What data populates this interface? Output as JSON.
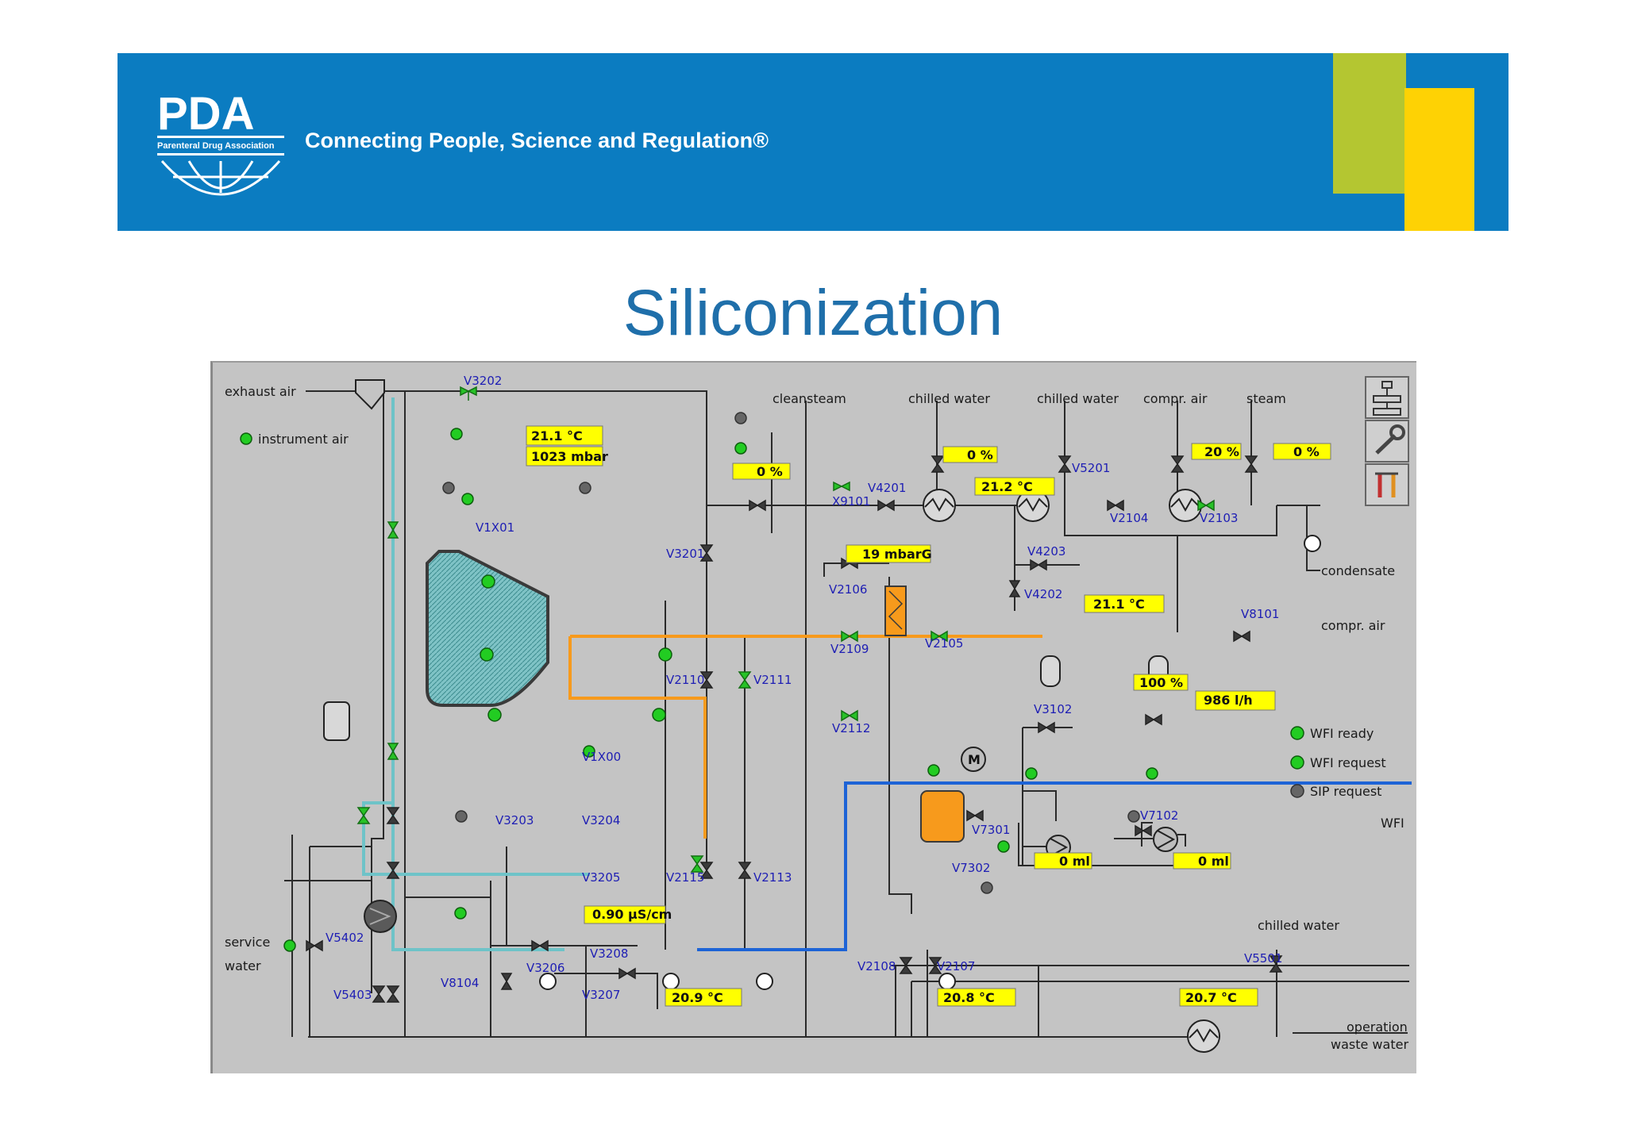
{
  "header": {
    "logo_text": "PDA",
    "logo_subtext": "Parenteral Drug Association",
    "tagline": "Connecting People, Science and Regulation®"
  },
  "slide_title": "Siliconization",
  "colors": {
    "banner": "#0b7cc1",
    "accent_green": "#b4c631",
    "accent_yellow": "#fed204",
    "title": "#1f6faa",
    "panel_bg": "#c4c4c4",
    "readout_bg": "#ffff00",
    "valve_open": "#27c227",
    "silicone_line": "#6ec3c8",
    "air_line": "#f79a1c",
    "wfi_line": "#1d63d6"
  },
  "diagram": {
    "media_labels": {
      "exhaust_air": "exhaust air",
      "instrument_air": "instrument air",
      "cleansteam": "cleansteam",
      "chilled_water_1": "chilled water",
      "chilled_water_2": "chilled water",
      "compr_air_top": "compr. air",
      "steam": "steam",
      "condensate": "condensate",
      "compr_air_right": "compr. air",
      "wfi": "WFI",
      "service": "service",
      "water": "water",
      "chilled_water_3": "chilled water",
      "operation": "operation",
      "waste_water": "waste water"
    },
    "readouts": {
      "temp_top": "21.1 °C",
      "pressure_top": "1023 mbar",
      "cleansteam_pct": "0  %",
      "chilled_pct": "0  %",
      "chilled_temp": "21.2 °C",
      "compr_pct": "20  %",
      "steam_pct": "0  %",
      "dp": "19 mbarG",
      "air_temp": "21.1 °C",
      "wfi_pct": "100  %",
      "wfi_flow": "986 l/h",
      "dose1": "0 ml",
      "dose2": "0 ml",
      "conductivity": "0.90 µS/cm",
      "temp_low1": "20.9 °C",
      "temp_low2": "20.8 °C",
      "temp_low3": "20.7 °C"
    },
    "status": {
      "wfi_ready": "WFI ready",
      "wfi_request": "WFI request",
      "sip_request": "SIP request"
    },
    "motor": "M",
    "valves": {
      "V3202": "V3202",
      "X9101": "X9101",
      "V1X01": "V1X01",
      "V3201": "V3201",
      "V4201": "V4201",
      "V5201": "V5201",
      "V2104": "V2104",
      "V2103": "V2103",
      "V4203": "V4203",
      "V4202": "V4202",
      "V2106": "V2106",
      "V2109": "V2109",
      "V2105": "V2105",
      "V8101": "V8101",
      "V2110": "V2110",
      "V2111": "V2111",
      "V2112": "V2112",
      "V3102": "V3102",
      "V1X00": "V1X00",
      "V7301": "V7301",
      "V7102": "V7102",
      "V3203": "V3203",
      "V3204": "V3204",
      "V3205": "V3205",
      "V2115": "V2115",
      "V2113": "V2113",
      "V7302": "V7302",
      "V5402": "V5402",
      "V3208": "V3208",
      "V3206": "V3206",
      "V8104": "V8104",
      "V5403": "V5403",
      "V3207": "V3207",
      "V2108": "V2108",
      "V2107": "V2107",
      "V5501": "V5501"
    }
  }
}
